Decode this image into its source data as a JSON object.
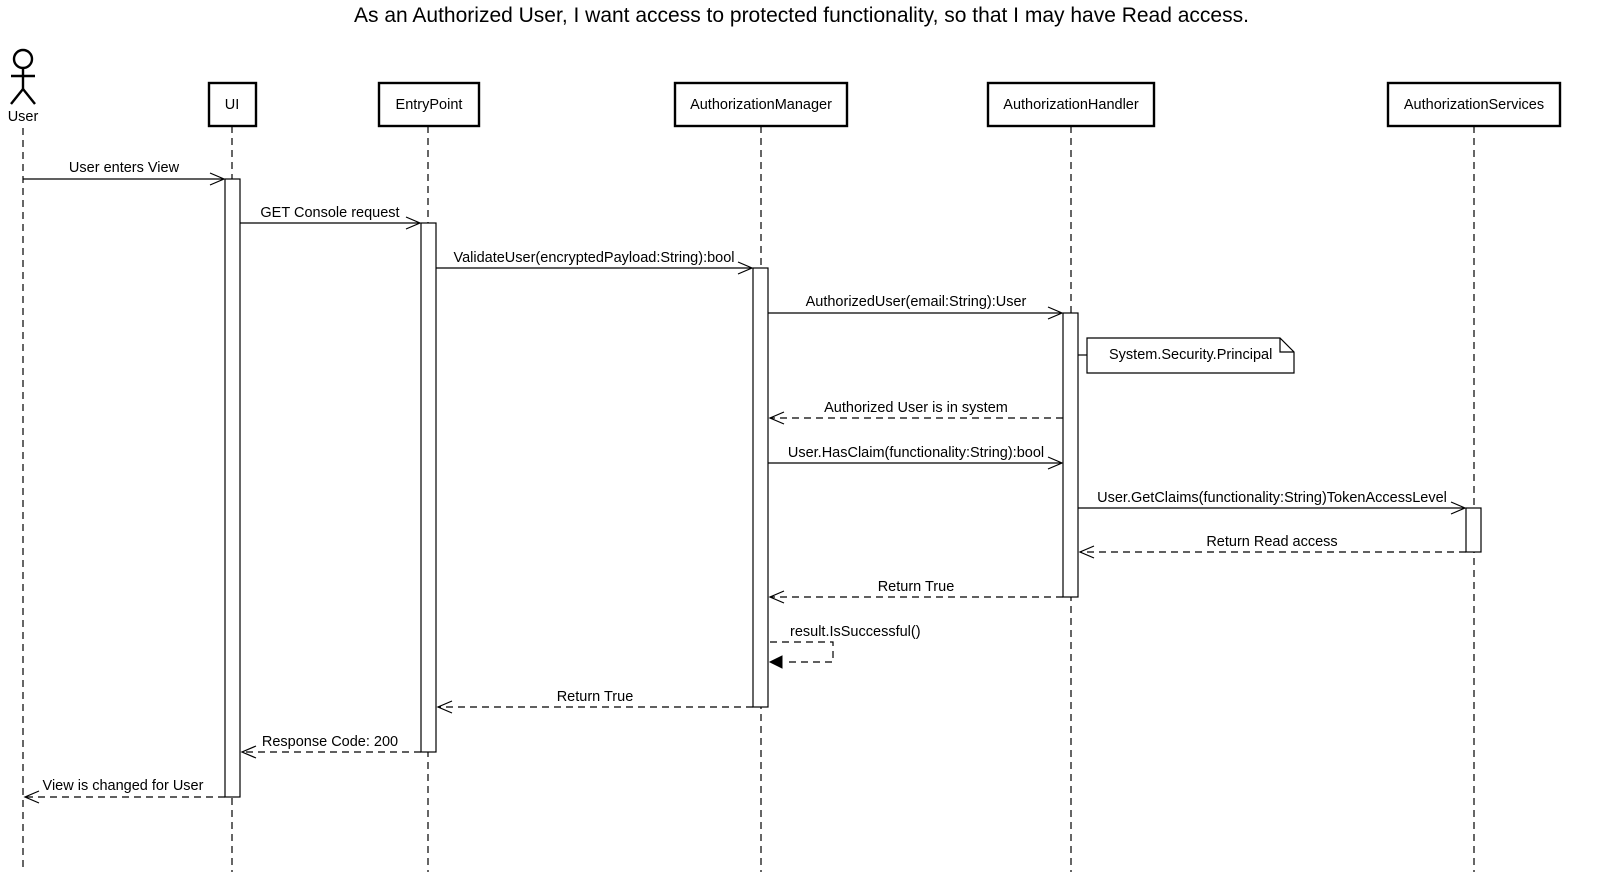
{
  "title": "As an Authorized User, I want access to protected functionality, so that I may have Read access.",
  "actor": {
    "label": "User"
  },
  "participants": [
    {
      "id": "ui",
      "label": "UI"
    },
    {
      "id": "entrypoint",
      "label": "EntryPoint"
    },
    {
      "id": "authmanager",
      "label": "AuthorizationManager"
    },
    {
      "id": "authhandler",
      "label": "AuthorizationHandler"
    },
    {
      "id": "authservices",
      "label": "AuthorizationServices"
    }
  ],
  "note": {
    "attached_to": "authhandler",
    "text": "System.Security.Principal"
  },
  "messages": [
    {
      "from": "user",
      "to": "ui",
      "label": "User enters View",
      "kind": "call"
    },
    {
      "from": "ui",
      "to": "entrypoint",
      "label": "GET Console request",
      "kind": "call"
    },
    {
      "from": "entrypoint",
      "to": "authmanager",
      "label": "ValidateUser(encryptedPayload:String):bool",
      "kind": "call"
    },
    {
      "from": "authmanager",
      "to": "authhandler",
      "label": "AuthorizedUser(email:String):User",
      "kind": "call"
    },
    {
      "from": "authhandler",
      "to": "authmanager",
      "label": "Authorized User is in system",
      "kind": "return"
    },
    {
      "from": "authmanager",
      "to": "authhandler",
      "label": "User.HasClaim(functionality:String):bool",
      "kind": "call"
    },
    {
      "from": "authhandler",
      "to": "authservices",
      "label": "User.GetClaims(functionality:String)TokenAccessLevel",
      "kind": "call"
    },
    {
      "from": "authservices",
      "to": "authhandler",
      "label": "Return Read access",
      "kind": "return"
    },
    {
      "from": "authhandler",
      "to": "authmanager",
      "label": "Return True",
      "kind": "return"
    },
    {
      "from": "authmanager",
      "to": "authmanager",
      "label": "result.IsSuccessful()",
      "kind": "self"
    },
    {
      "from": "authmanager",
      "to": "entrypoint",
      "label": "Return True",
      "kind": "return"
    },
    {
      "from": "entrypoint",
      "to": "ui",
      "label": "Response Code: 200",
      "kind": "return"
    },
    {
      "from": "ui",
      "to": "user",
      "label": "View is changed for User",
      "kind": "return"
    }
  ]
}
